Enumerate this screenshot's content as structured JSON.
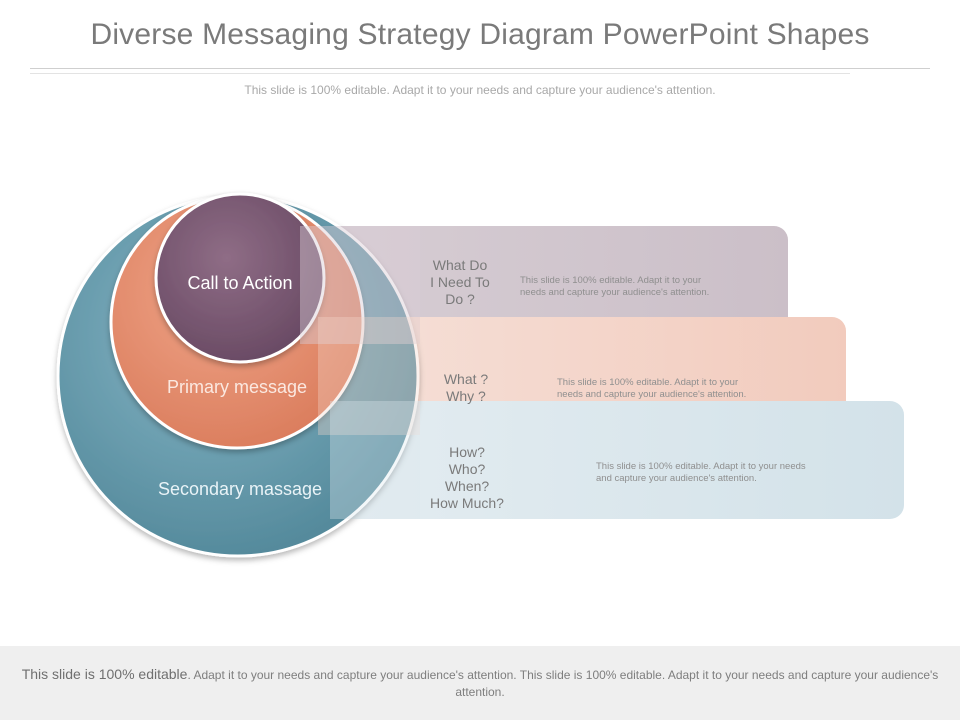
{
  "title": "Diverse Messaging Strategy Diagram PowerPoint Shapes",
  "subtitle": "This slide is 100% editable. Adapt it to your needs and capture your audience's attention.",
  "circles": {
    "inner": {
      "label": "Call to Action",
      "color": "#7a5a72"
    },
    "middle": {
      "label": "Primary message",
      "color": "#e08a6c"
    },
    "outer": {
      "label": "Secondary massage",
      "color": "#5f97ab"
    }
  },
  "bands": [
    {
      "question": [
        "What  Do",
        "I Need To",
        "Do ?"
      ],
      "description": [
        "This slide is 100% editable. Adapt it to your",
        "needs and capture your audience's attention."
      ],
      "color": "#cbbfc8"
    },
    {
      "question": [
        "What ?",
        "Why ?"
      ],
      "description": [
        "This slide is 100% editable. Adapt it to your",
        "needs and capture your audience's attention."
      ],
      "color": "#f2cbbd"
    },
    {
      "question": [
        "How?",
        "Who?",
        "When?",
        "How Much?"
      ],
      "description": [
        "This slide is 100% editable. Adapt it to your needs",
        "and capture your audience's attention."
      ],
      "color": "#d3e2e9"
    }
  ],
  "footer": {
    "lead": "This slide is 100% editable",
    "rest": ". Adapt it to your needs and capture your audience's attention. This slide is 100% editable. Adapt it to your needs and capture your audience's attention."
  }
}
